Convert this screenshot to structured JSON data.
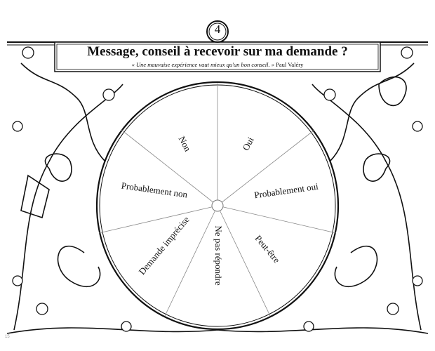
{
  "header": {
    "number": "4",
    "title": "Message, conseil à recevoir sur ma demande ?",
    "quote": "« Une mauvaise expérience vaut mieux qu'un bon conseil. »",
    "quote_author": "Paul Valéry"
  },
  "wheel": {
    "segments": [
      "Non",
      "Oui",
      "Probablement non",
      "Probablement oui",
      "Demande imprécise",
      "Ne pas répondre",
      "Peut-être"
    ]
  },
  "footer": {
    "page_number": "15"
  }
}
